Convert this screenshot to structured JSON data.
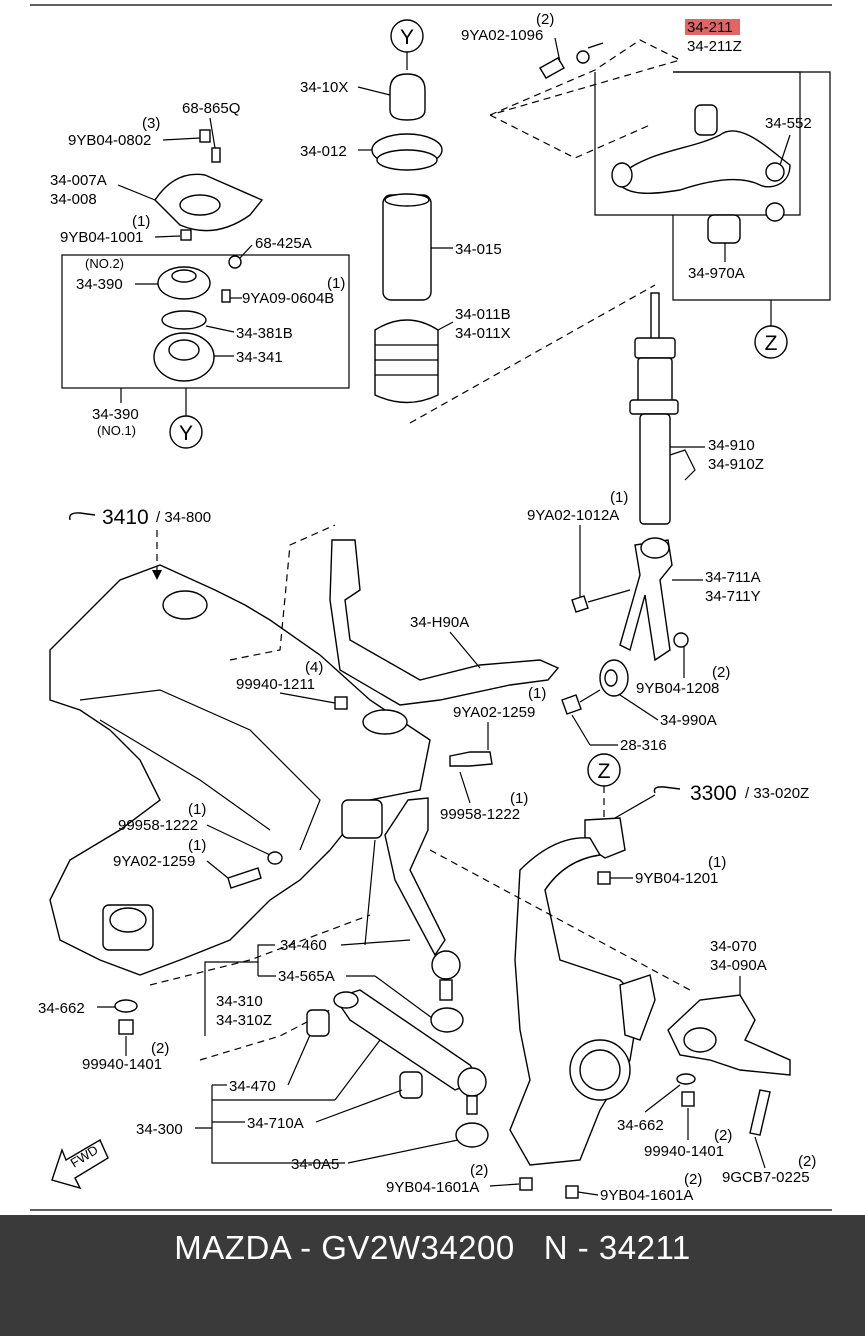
{
  "footer": {
    "text": "MAZDA - GV2W34200   N - 34211"
  },
  "highlight": {
    "part": "34-211",
    "color": "#e06666"
  },
  "labels": {
    "y_top": "Y",
    "y_bottom": "Y",
    "z_top": "Z",
    "z_bottom": "Z",
    "p_9ya02_1096_qty": "(2)",
    "p_9ya02_1096": "9YA02-1096",
    "p_34_211": "34-211",
    "p_34_211z": "34-211Z",
    "p_34_552": "34-552",
    "p_34_970a": "34-970A",
    "p_34_10x": "34-10X",
    "p_34_012": "34-012",
    "p_34_015": "34-015",
    "p_34_011b": "34-011B",
    "p_34_011x": "34-011X",
    "p_68_865q": "68-865Q",
    "p_9yb04_0802_qty": "(3)",
    "p_9yb04_0802": "9YB04-0802",
    "p_34_007a": "34-007A",
    "p_34_008": "34-008",
    "p_9yb04_1001_qty": "(1)",
    "p_9yb04_1001": "9YB04-1001",
    "p_68_425a": "68-425A",
    "p_no2": "(NO.2)",
    "p_34_390a": "34-390",
    "p_9ya09_0604b_qty": "(1)",
    "p_9ya09_0604b": "9YA09-0604B",
    "p_34_381b": "34-381B",
    "p_34_341": "34-341",
    "p_34_390b": "34-390",
    "p_no1": "(NO.1)",
    "p_34_910": "34-910",
    "p_34_910z": "34-910Z",
    "p_9ya02_1012a_qty": "(1)",
    "p_9ya02_1012a": "9YA02-1012A",
    "p_34_711a": "34-711A",
    "p_34_711y": "34-711Y",
    "p_9yb04_1208_qty": "(2)",
    "p_9yb04_1208": "9YB04-1208",
    "p_34_990a": "34-990A",
    "p_28_316": "28-316",
    "p_3410": "3410",
    "p_34_800": "/ 34-800",
    "p_34_h90a": "34-H90A",
    "p_99940_1211_qty": "(4)",
    "p_99940_1211": "99940-1211",
    "p_9ya02_1259a_qty": "(1)",
    "p_9ya02_1259a": "9YA02-1259",
    "p_99958_1222a_qty": "(1)",
    "p_99958_1222a": "99958-1222",
    "p_99958_1222b_qty": "(1)",
    "p_99958_1222b": "99958-1222",
    "p_9ya02_1259b_qty": "(1)",
    "p_9ya02_1259b": "9YA02-1259",
    "p_3300": "3300",
    "p_33_020z": "/ 33-020Z",
    "p_9yb04_1201_qty": "(1)",
    "p_9yb04_1201": "9YB04-1201",
    "p_34_460": "34-460",
    "p_34_565a": "34-565A",
    "p_34_310": "34-310",
    "p_34_310z": "34-310Z",
    "p_34_662a": "34-662",
    "p_99940_1401a_qty": "(2)",
    "p_99940_1401a": "99940-1401",
    "p_34_070": "34-070",
    "p_34_090a": "34-090A",
    "p_34_470": "34-470",
    "p_34_300": "34-300",
    "p_34_710a": "34-710A",
    "p_34_0a5": "34-0A5",
    "p_34_662b": "34-662",
    "p_99940_1401b_qty": "(2)",
    "p_99940_1401b": "99940-1401",
    "p_9gcb7_0225_qty": "(2)",
    "p_9gcb7_0225": "9GCB7-0225",
    "p_9yb04_1601a_a_qty": "(2)",
    "p_9yb04_1601a_a": "9YB04-1601A",
    "p_9yb04_1601a_b_qty": "(2)",
    "p_9yb04_1601a_b": "9YB04-1601A",
    "fwd": "FWD"
  }
}
